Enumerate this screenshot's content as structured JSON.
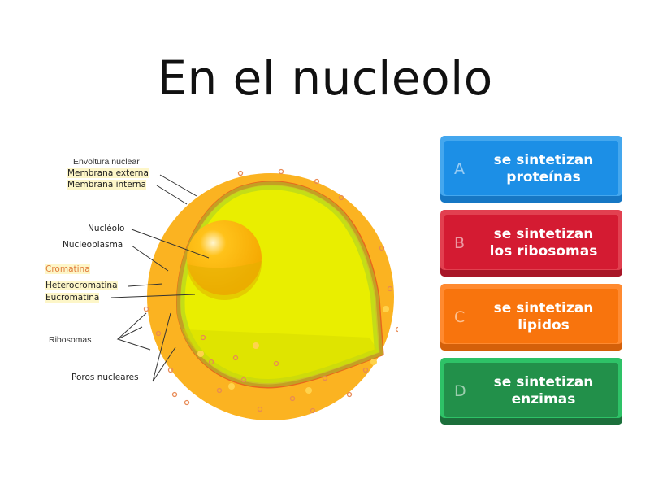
{
  "question": {
    "title": "En el nucleolo"
  },
  "figure": {
    "labels": {
      "envoltura": "Envoltura nuclear",
      "membrana_externa": "Membrana externa",
      "membrana_interna": "Membrana interna",
      "nucleolo": "Nucléolo",
      "nucleoplasma": "Nucleoplasma",
      "cromatina": "Cromatina",
      "heterocromatina": "Heterocromatina",
      "eucromatina": "Eucromatina",
      "ribosomas": "Ribosomas",
      "poros": "Poros nucleares"
    }
  },
  "answers": [
    {
      "letter": "A",
      "text": "se sintetizan proteínas",
      "color": "#1c8fe6"
    },
    {
      "letter": "B",
      "text": "se sintetizan los ribosomas",
      "color": "#d41b32"
    },
    {
      "letter": "C",
      "text": "se sintetizan lipidos",
      "color": "#f8740d"
    },
    {
      "letter": "D",
      "text": "se sintetizan enzimas",
      "color": "#22904a"
    }
  ]
}
